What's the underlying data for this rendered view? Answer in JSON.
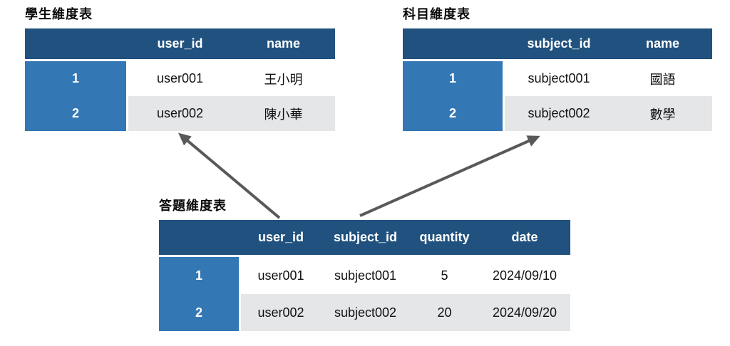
{
  "colors": {
    "header_bg": "#21517E",
    "key_col_bg": "#3377B5",
    "row_alt_bg": "#E4E6E8",
    "arrow": "#595959"
  },
  "tables": {
    "student": {
      "title": "學生維度表",
      "columns": [
        "",
        "user_id",
        "name"
      ],
      "rows": [
        [
          "1",
          "user001",
          "王小明"
        ],
        [
          "2",
          "user002",
          "陳小華"
        ]
      ]
    },
    "subject": {
      "title": "科目維度表",
      "columns": [
        "",
        "subject_id",
        "name"
      ],
      "rows": [
        [
          "1",
          "subject001",
          "國語"
        ],
        [
          "2",
          "subject002",
          "數學"
        ]
      ]
    },
    "answers": {
      "title": "答題維度表",
      "columns": [
        "",
        "user_id",
        "subject_id",
        "quantity",
        "date"
      ],
      "rows": [
        [
          "1",
          "user001",
          "subject001",
          "5",
          "2024/09/10"
        ],
        [
          "2",
          "user002",
          "subject002",
          "20",
          "2024/09/20"
        ]
      ]
    }
  },
  "relations": [
    {
      "from": "答題維度表.user_id",
      "to": "學生維度表"
    },
    {
      "from": "答題維度表.subject_id",
      "to": "科目維度表"
    }
  ]
}
